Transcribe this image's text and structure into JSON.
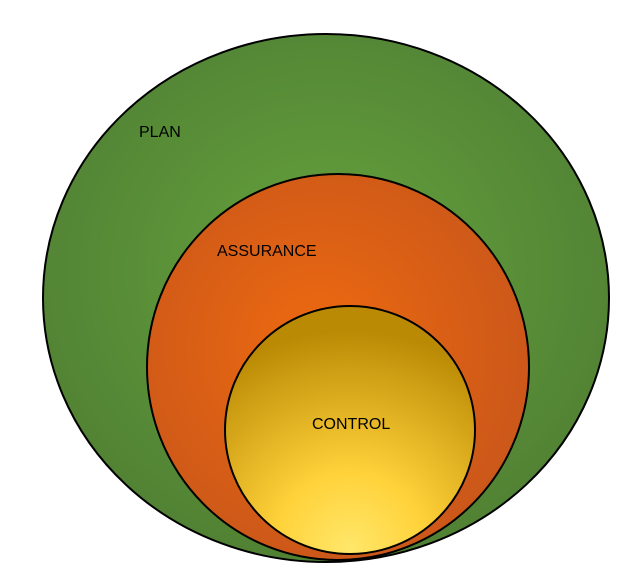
{
  "diagram": {
    "circles": [
      {
        "label": "PLAN",
        "color_edge": "#4f7f33",
        "color_center": "#66a23d"
      },
      {
        "label": "ASSURANCE",
        "color_edge": "#c9561a",
        "color_center": "#ee6a10"
      },
      {
        "label": "CONTROL",
        "color_edge": "#bb8a05",
        "color_center": "#ffd23a"
      }
    ],
    "outline_color": "#000000"
  }
}
